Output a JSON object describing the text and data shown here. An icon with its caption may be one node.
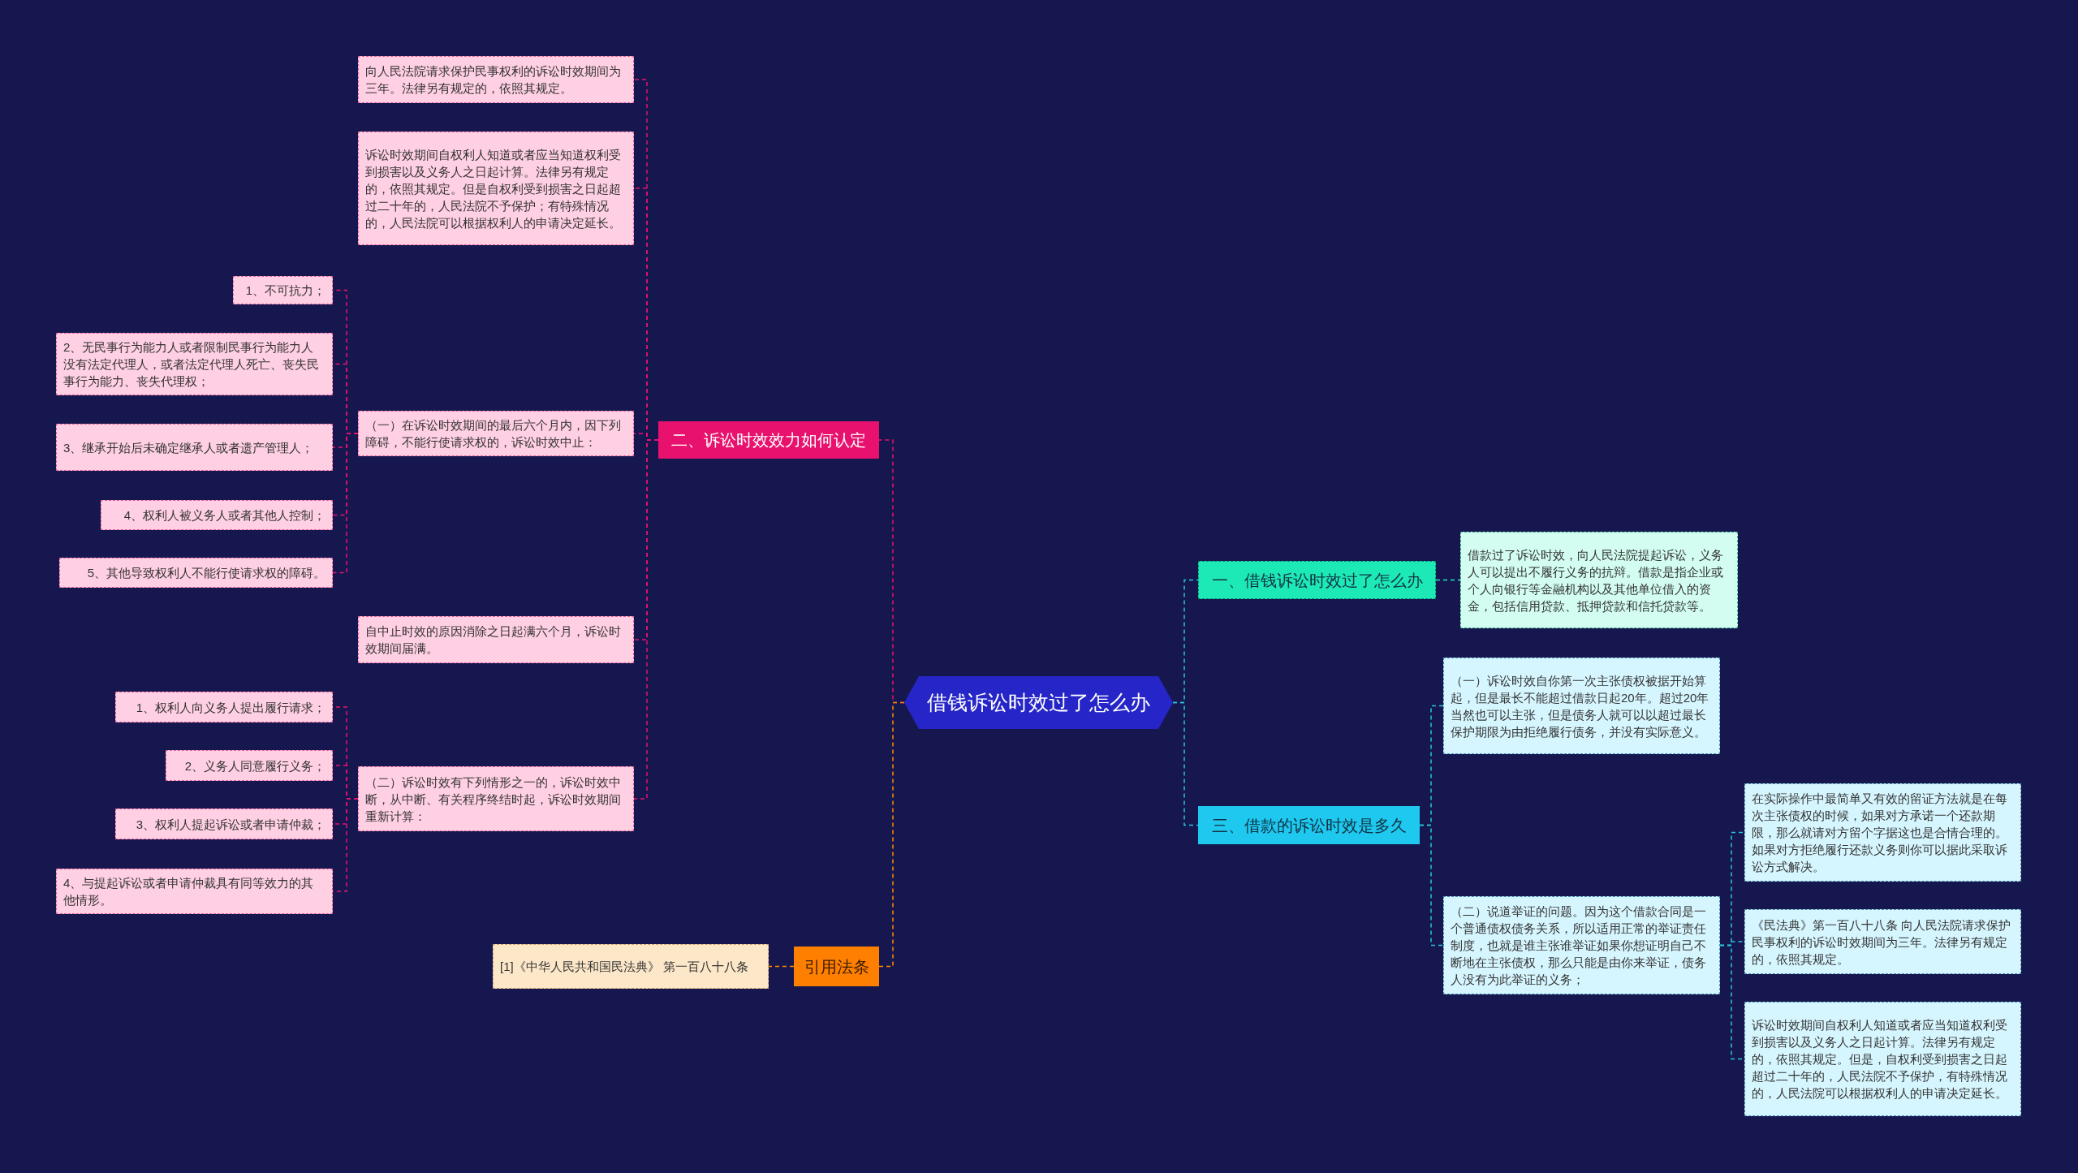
{
  "diagram": {
    "nodes": [
      {
        "text": [
          "借钱诉讼时效过了怎么办"
        ]
      },
      {
        "text": [
          "二、诉讼时效效力如何认定"
        ]
      },
      {
        "text": [
          "向人民法院请求保护民事权利的诉讼时效期间为三年。法律另有规定的，依照其规定。"
        ]
      },
      {
        "text": [
          "诉讼时效期间自权利人知道或者应当知道权利受到损害以及义务人之日起计算。法律另有规定的，依照其规定。但是自权利受到损害之日起超过二十年的，人民法院不予保护；有特殊情况的，人民法院可以根据权利人的申请决定延长。"
        ]
      },
      {
        "text": [
          "（一）在诉讼时效期间的最后六个月内，因下列障碍，不能行使请求权的，诉讼时效中止："
        ]
      },
      {
        "text": [
          "1、不可抗力；"
        ]
      },
      {
        "text": [
          "2、无民事行为能力人或者限制民事行为能力人没有法定代理人，或者法定代理人死亡、丧失民事行为能力、丧失代理权；"
        ]
      },
      {
        "text": [
          "3、继承开始后未确定继承人或者遗产管理人；"
        ]
      },
      {
        "text": [
          "4、权利人被义务人或者其他人控制；"
        ]
      },
      {
        "text": [
          "5、其他导致权利人不能行使请求权的障碍。"
        ]
      },
      {
        "text": [
          "自中止时效的原因消除之日起满六个月，诉讼时效期间届满。"
        ]
      },
      {
        "text": [
          "（二）诉讼时效有下列情形之一的，诉讼时效中断，从中断、有关程序终结时起，诉讼时效期间重新计算："
        ]
      },
      {
        "text": [
          "1、权利人向义务人提出履行请求；"
        ]
      },
      {
        "text": [
          "2、义务人同意履行义务；"
        ]
      },
      {
        "text": [
          "3、权利人提起诉讼或者申请仲裁；"
        ]
      },
      {
        "text": [
          "4、与提起诉讼或者申请仲裁具有同等效力的其他情形。"
        ]
      },
      {
        "text": [
          "引用法条"
        ]
      },
      {
        "text": [
          "[1]《中华人民共和国民法典》 第一百八十八条"
        ]
      },
      {
        "text": [
          "一、借钱诉讼时效过了怎么办"
        ]
      },
      {
        "text": [
          "借款过了诉讼时效，向人民法院提起诉讼，义务人可以提出不履行义务的抗辩。借款是指企业或个人向银行等金融机构以及其他单位借入的资金，包括信用贷款、抵押贷款和信托贷款等。"
        ]
      },
      {
        "text": [
          "三、借款的诉讼时效是多久"
        ]
      },
      {
        "text": [
          "（一）诉讼时效自你第一次主张债权被据开始算起，但是最长不能超过借款日起20年。超过20年当然也可以主张，但是债务人就可以以超过最长保护期限为由拒绝履行债务，并没有实际意义。"
        ]
      },
      {
        "text": [
          "（二）说道举证的问题。因为这个借款合同是一个普通债权债务关系，所以适用正常的举证责任制度，也就是谁主张谁举证如果你想证明自己不断地在主张债权，那么只能是由你来举证，债务人没有为此举证的义务；"
        ]
      },
      {
        "text": [
          "在实际操作中最简单又有效的留证方法就是在每次主张债权的时候，如果对方承诺一个还款期限，那么就请对方留个字据这也是合情合理的。如果对方拒绝履行还款义务则你可以据此采取诉讼方式解决。"
        ]
      },
      {
        "text": [
          "《民法典》第一百八十八条 向人民法院请求保护民事权利的诉讼时效期间为三年。法律另有规定的，依照其规定。"
        ]
      },
      {
        "text": [
          "诉讼时效期间自权利人知道或者应当知道权利受到损害以及义务人之日起计算。法律另有规定的，依照其规定。但是，自权利受到损害之日起超过二十年的，人民法院不予保护，有特殊情况的，人民法院可以根据权利人的申请决定延长。"
        ]
      }
    ],
    "edges": [
      {
        "from": 0,
        "to": 1,
        "arrow": "none"
      },
      {
        "from": 1,
        "to": 2,
        "arrow": "none"
      },
      {
        "from": 1,
        "to": 3,
        "arrow": "none"
      },
      {
        "from": 1,
        "to": 4,
        "arrow": "none"
      },
      {
        "from": 4,
        "to": 5,
        "arrow": "none"
      },
      {
        "from": 4,
        "to": 6,
        "arrow": "none"
      },
      {
        "from": 4,
        "to": 7,
        "arrow": "none"
      },
      {
        "from": 4,
        "to": 8,
        "arrow": "none"
      },
      {
        "from": 4,
        "to": 9,
        "arrow": "none"
      },
      {
        "from": 1,
        "to": 10,
        "arrow": "none"
      },
      {
        "from": 1,
        "to": 11,
        "arrow": "none"
      },
      {
        "from": 11,
        "to": 12,
        "arrow": "none"
      },
      {
        "from": 11,
        "to": 13,
        "arrow": "none"
      },
      {
        "from": 11,
        "to": 14,
        "arrow": "none"
      },
      {
        "from": 11,
        "to": 15,
        "arrow": "none"
      },
      {
        "from": 0,
        "to": 16,
        "arrow": "none",
        "color": "#ff8a00"
      },
      {
        "from": 16,
        "to": 17,
        "arrow": "none",
        "color": "#ff8a00"
      },
      {
        "from": 0,
        "to": 18,
        "arrow": "none",
        "color": "#26c6da"
      },
      {
        "from": 18,
        "to": 19,
        "arrow": "none",
        "color": "#1de9b6"
      },
      {
        "from": 0,
        "to": 20,
        "arrow": "none",
        "color": "#26c6da"
      },
      {
        "from": 20,
        "to": 21,
        "arrow": "none",
        "color": "#26c6da"
      },
      {
        "from": 20,
        "to": 22,
        "arrow": "none",
        "color": "#26c6da"
      },
      {
        "from": 22,
        "to": 23,
        "arrow": "none",
        "color": "#26c6da"
      },
      {
        "from": 22,
        "to": 24,
        "arrow": "none",
        "color": "#26c6da"
      },
      {
        "from": 22,
        "to": 25,
        "arrow": "none",
        "color": "#26c6da"
      }
    ]
  }
}
